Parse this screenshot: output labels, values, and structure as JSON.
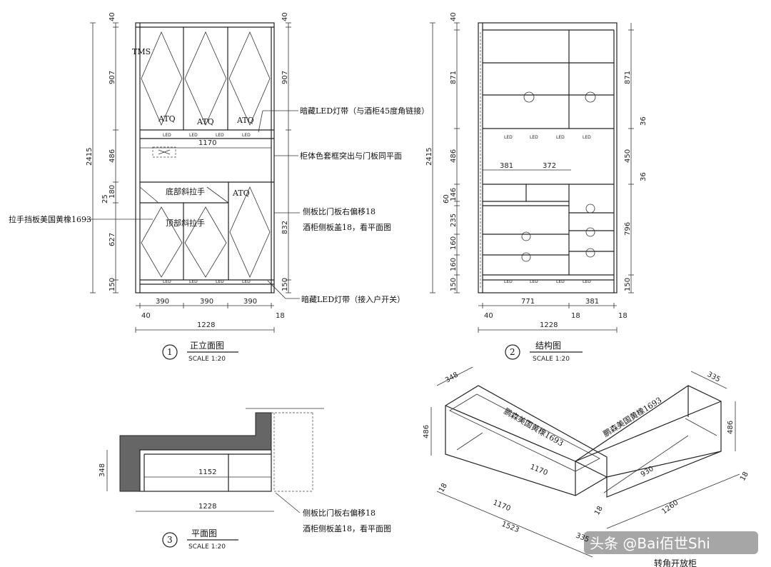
{
  "views": {
    "front": {
      "title": "正立面图",
      "number": "1",
      "scale": "SCALE 1:20",
      "tms": "TMS",
      "atq": "ATQ",
      "led": "LED",
      "bottom_handle": "底部斜拉手",
      "top_handle": "顶部斜拉手",
      "note_led_top": "暗藏LED灯带（与酒柜45度角链接）",
      "note_frame": "柜体色套框突出与门板同平面",
      "note_handle_left": "拉手挡板美国黄橡1693",
      "note_side_1": "侧板比门板右偏移18",
      "note_side_2": "酒柜侧板盖18，看平面图",
      "note_led_bottom": "暗藏LED灯带（接入户开关）",
      "dims_left": [
        "40",
        "907",
        "486",
        "180",
        "25",
        "627",
        "150"
      ],
      "dim_total_left": "2415",
      "dims_right": [
        "40",
        "907",
        "832",
        "150"
      ],
      "dim_inner": "1170",
      "dims_bottom": [
        "390",
        "390",
        "390"
      ],
      "dim_bottom_left": "40",
      "dim_bottom_right": "18",
      "dim_total_width": "1228"
    },
    "structure": {
      "title": "结构图",
      "number": "2",
      "scale": "SCALE 1:20",
      "led": "LED",
      "dims_left": [
        "40",
        "871",
        "486",
        "146",
        "60",
        "235",
        "160",
        "160",
        "150"
      ],
      "dim_total_left": "2415",
      "dims_right": [
        "871",
        "36",
        "450",
        "36",
        "796",
        "150"
      ],
      "dim_inner_a": "381",
      "dim_inner_b": "372",
      "dims_bottom": [
        "771",
        "381"
      ],
      "dim_bottom_left": "40",
      "dim_bottom_mid": "18",
      "dim_bottom_right": "18",
      "dim_total_width": "1228"
    },
    "plan": {
      "title": "平面图",
      "number": "3",
      "scale": "SCALE 1:20",
      "dim_depth": "348",
      "dim_inner": "1152",
      "dim_total": "1228",
      "note_side_1": "侧板比门板右偏移18",
      "note_side_2": "酒柜侧板盖18，看平面图"
    },
    "iso": {
      "title": "转角开放柜",
      "label_left": "鹏森美国黄橡1693",
      "label_right": "鹏森美国黄橡1693",
      "dims": {
        "depth_left": "348",
        "depth_right": "335",
        "height_left": "486",
        "height_right": "486",
        "inner_left": "1170",
        "inner_right": "930",
        "bottom_left": "1170",
        "bottom_right": "1260",
        "total": "1523",
        "offset": "335",
        "edge_left": "18",
        "edge_mid": "18",
        "edge_right": "18"
      }
    }
  },
  "watermark": "头条 @Bai佰世Shi",
  "colors": {
    "line": "#222222",
    "hatch": "#666666",
    "watermark_bg": "#000000"
  }
}
